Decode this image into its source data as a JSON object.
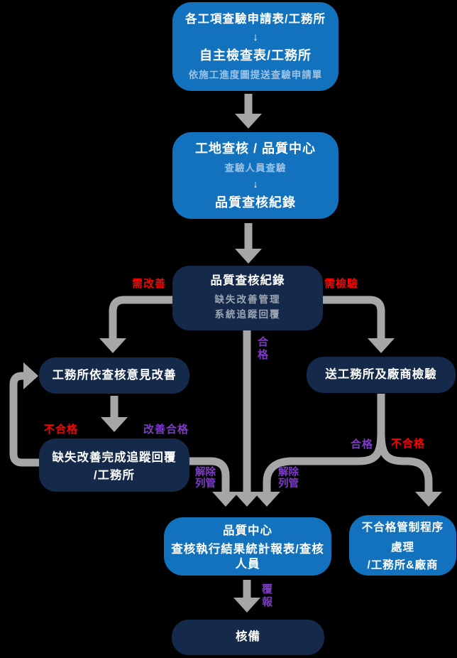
{
  "colors": {
    "background": "#000000",
    "box_blue": "#1272BD",
    "box_navy": "#15294A",
    "arrow_gray": "#A6A6A6",
    "label_red": "#FF0000",
    "label_purple": "#7D3BC8",
    "note_light_blue": "#9CC3E8",
    "note_gray": "#9EA8B4",
    "text_white": "#FFFFFF"
  },
  "glyphs": {
    "down_arrow": "↓"
  },
  "boxes": {
    "apply_form": {
      "line1": "各工項查驗申請表/工務所",
      "arrow": "↓",
      "line2": "自主檢查表/工務所",
      "note": "依施工進度圖提送查驗申請單"
    },
    "site_audit": {
      "line1": "工地查核 / 品質中心",
      "note": "查驗人員查驗",
      "arrow": "↓",
      "line2": "品質查核紀錄"
    },
    "audit_record": {
      "title": "品質查核紀錄",
      "sub1": "缺失改善管理",
      "sub2": "系統追蹤回覆"
    },
    "improve": {
      "title": "工務所依查核意見改善"
    },
    "track_reply": {
      "line1": "缺失改善完成追蹤回覆",
      "line2": "/工務所"
    },
    "send_inspect": {
      "title": "送工務所及廠商檢驗"
    },
    "quality_center": {
      "line1": "品質中心",
      "line2": "查核執行結果統計報表/查核人員"
    },
    "noncompliance": {
      "line1": "不合格管制程序處理",
      "line2": "/工務所&廠商"
    },
    "record_filed": {
      "title": "核備"
    }
  },
  "labels": {
    "need_improve": "需改善",
    "need_inspect": "需檢驗",
    "pass_center": "合格",
    "fail_loop": "不合格",
    "improve_pass": "改善合格",
    "delist_left": "解除列管",
    "delist_right": "解除列管",
    "pass_right": "合格",
    "fail_right": "不合格",
    "report_back": "覆報"
  }
}
